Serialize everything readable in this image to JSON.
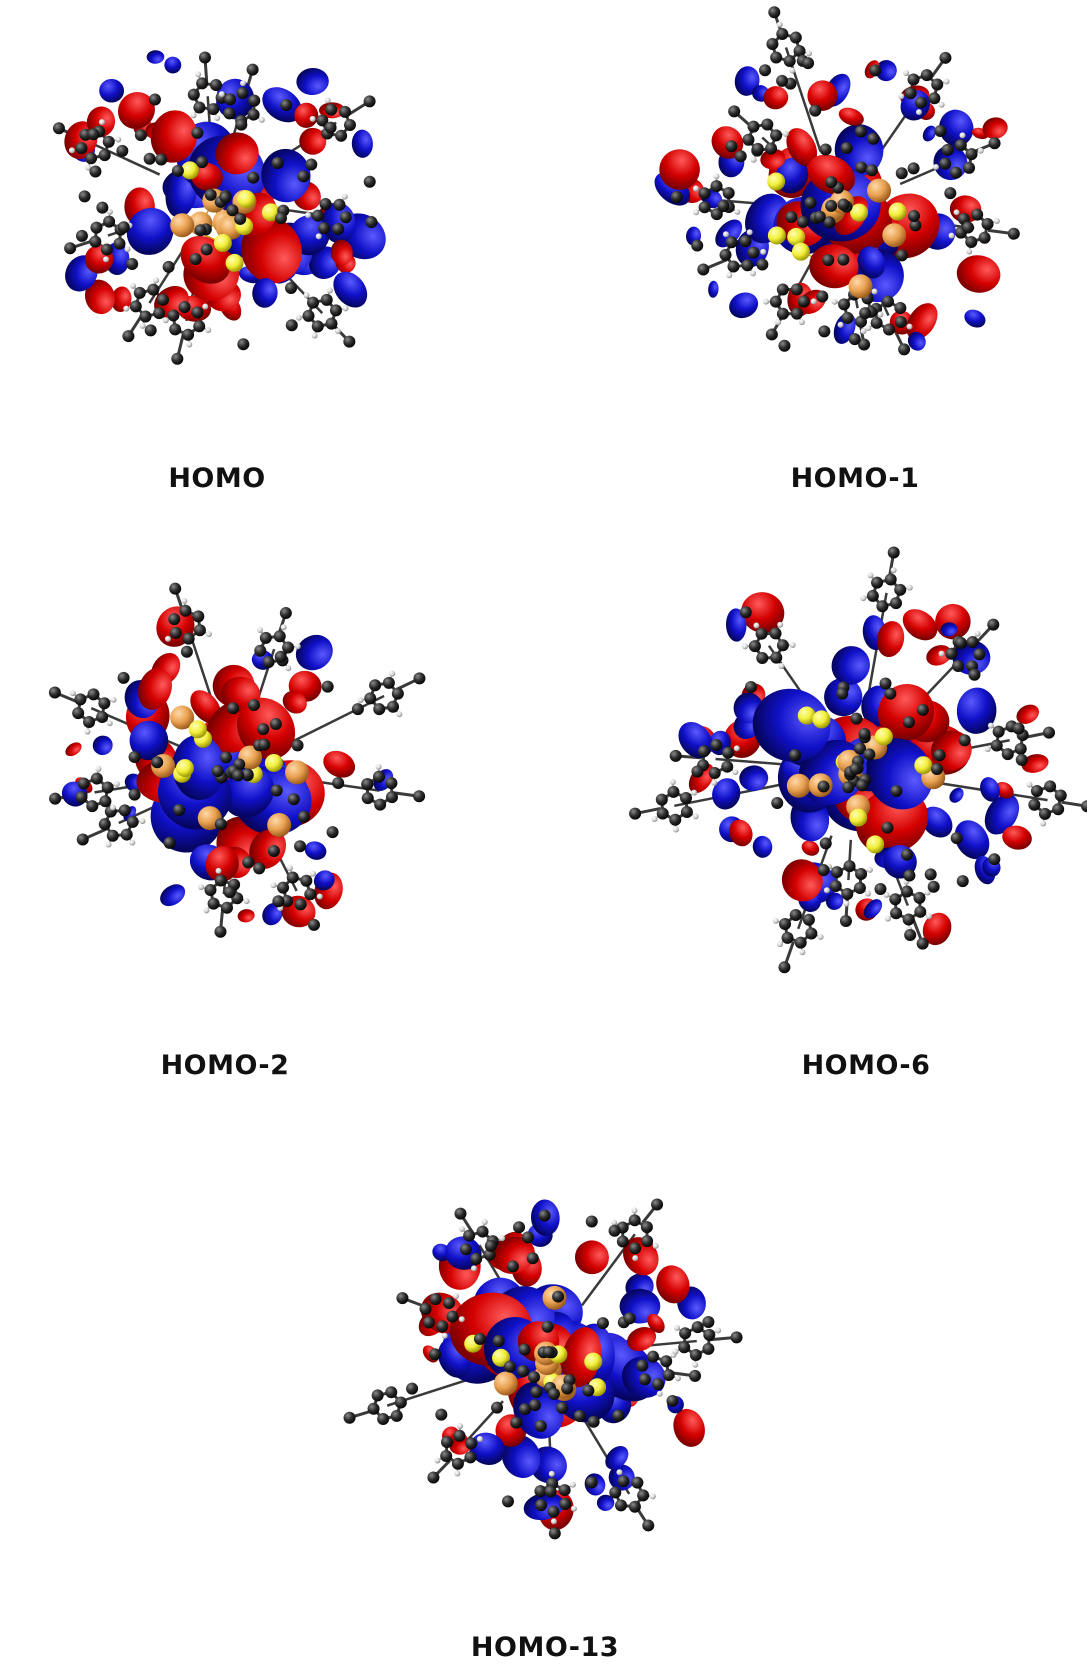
{
  "figure": {
    "panels": [
      {
        "id": "homo",
        "label": "HOMO"
      },
      {
        "id": "homo-1",
        "label": "HOMO-1"
      },
      {
        "id": "homo-2",
        "label": "HOMO-2"
      },
      {
        "id": "homo-6",
        "label": "HOMO-6"
      },
      {
        "id": "homo-13",
        "label": "HOMO-13"
      }
    ],
    "colors": {
      "lobe_positive": "#d40000",
      "lobe_negative": "#1010c8",
      "metal_atom": "#e8a050",
      "sulfur_atom": "#f2ee3a",
      "carbon_atom": "#2b2b2b",
      "hydrogen_atom": "#d9d9d9",
      "bond": "#3a3a3a",
      "metal_bond": "#c8a000"
    }
  }
}
